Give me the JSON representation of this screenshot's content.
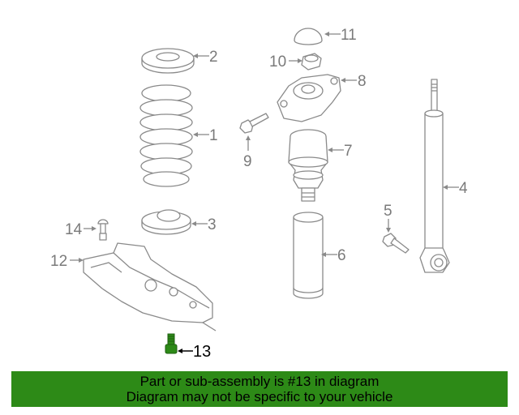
{
  "diagram": {
    "callouts": {
      "c1": "1",
      "c2": "2",
      "c3": "3",
      "c4": "4",
      "c5": "5",
      "c6": "6",
      "c7": "7",
      "c8": "8",
      "c9": "9",
      "c10": "10",
      "c11": "11",
      "c12": "12",
      "c13": "13",
      "c14": "14"
    },
    "highlight_color": "#2d8a17"
  },
  "banner": {
    "line1": "Part or sub-assembly is #13 in diagram",
    "line2": "Diagram may not be specific to your vehicle",
    "background": "#2d8a17"
  }
}
